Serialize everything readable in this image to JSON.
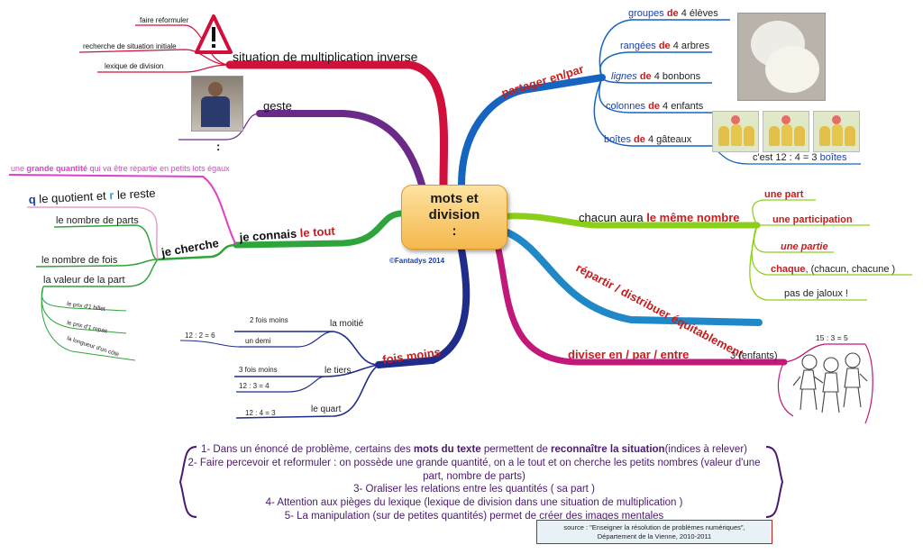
{
  "center": {
    "title_line1": "mots et",
    "title_line2": "division",
    "title_line3": ":"
  },
  "copyright": "©Fantadys 2014",
  "branch_multiplication": {
    "label": "situation de multiplication inverse",
    "children": [
      "faire reformuler",
      "recherche de situation initiale",
      "lexique de division"
    ]
  },
  "branch_geste": {
    "label": "geste",
    "sub": ":"
  },
  "branch_partager": {
    "label": "partager en/par",
    "children": [
      {
        "a": "groupes",
        "b": "de",
        "c": "4 élèves"
      },
      {
        "a": "rangées",
        "b": "de",
        "c": "4 arbres"
      },
      {
        "a": "lignes",
        "b": "de",
        "c": "4 bonbons"
      },
      {
        "a": "colonnes",
        "b": "de",
        "c": "4 enfants"
      },
      {
        "a": "boîtes",
        "b": "de",
        "c": "4 gâteaux"
      }
    ],
    "equation_a": "c'est 12 : 4 = 3",
    "equation_b": "boîtes"
  },
  "branch_chacun": {
    "label_a": "chacun aura",
    "label_b": "le même nombre",
    "children": [
      "une part",
      "une participation",
      "une partie"
    ],
    "chaque_a": "chaque",
    "chaque_b": ", (chacun, chacune )",
    "jaloux": "pas de jaloux !"
  },
  "branch_repartir": {
    "label": "répartir / distribuer équitablement"
  },
  "branch_diviser": {
    "label": "diviser en / par / entre",
    "child": "3 (enfants)",
    "equation": "15 : 3 = 5"
  },
  "branch_fois_moins": {
    "label": "fois moins",
    "moitie": "la moitié",
    "moitie_a": "2 fois moins",
    "moitie_b": "un demi",
    "moitie_eq": "12 : 2 = 6",
    "tiers": "le tiers",
    "tiers_a": "3 fois moins",
    "tiers_eq": "12 : 3 = 4",
    "quart": "le quart",
    "quart_eq": "12 : 4 = 3"
  },
  "branch_connais": {
    "label_a": "je connais",
    "label_b": "le tout",
    "explain_a": "une",
    "explain_b": "grande quantité",
    "explain_c": "qui va être répartie en petits lots égaux"
  },
  "branch_cherche": {
    "label": "je cherche",
    "q_a": "q",
    "q_b": "le quotient et",
    "q_c": "r",
    "q_d": "le reste",
    "nb_parts": "le nombre de parts",
    "nb_fois": "le nombre de fois",
    "valeur": "la valeur de la part",
    "valeur_children": [
      "le prix d'1 billet",
      "le prix d'1 repas",
      "la longueur d'un côté"
    ]
  },
  "notes": {
    "l1_a": "1- Dans un énoncé de problème, certains des",
    "l1_b": "mots du texte",
    "l1_c": "permettent de",
    "l1_d": "reconnaître la situation",
    "l1_e": "(indices à relever)",
    "l2": "2- Faire percevoir et reformuler : on possède une grande quantité, on a le tout et on cherche les petits nombres (valeur d'une part, nombre de parts)",
    "l3": "3- Oraliser les relations entre les quantités ( sa part )",
    "l4": "4- Attention aux pièges du lexique (lexique de division dans une situation de multiplication )",
    "l5": "5- La manipulation (sur de petites quantités) permet de créer des images mentales"
  },
  "source": {
    "line1": "source : \"Enseigner la résolution de problèmes numériques\",",
    "line2": "Département de la Vienne, 2010-2011"
  },
  "colors": {
    "red": "#d0103a",
    "purple": "#6a2a8a",
    "blue": "#1565c0",
    "lime": "#8ccf1a",
    "teal": "#1e88c8",
    "magenta": "#c2187a",
    "navy": "#1f2c8c",
    "green": "#2ea43a",
    "pink": "#e040c8",
    "darkred": "#c81d1d"
  }
}
